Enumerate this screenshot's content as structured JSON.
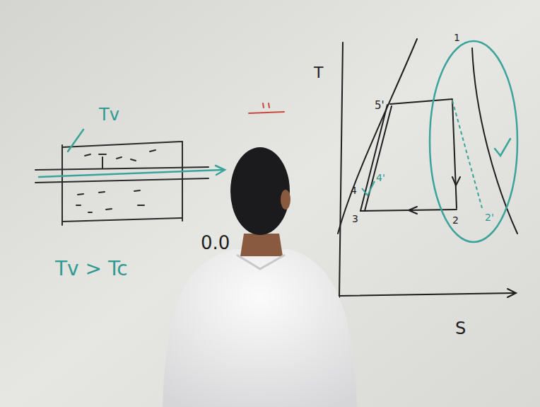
{
  "diagram": {
    "labels": [
      "Tv",
      "Tv > Tc",
      "0.0",
      "T",
      "S",
      "1",
      "2",
      "2'",
      "3",
      "4",
      "4'",
      "5'"
    ]
  }
}
